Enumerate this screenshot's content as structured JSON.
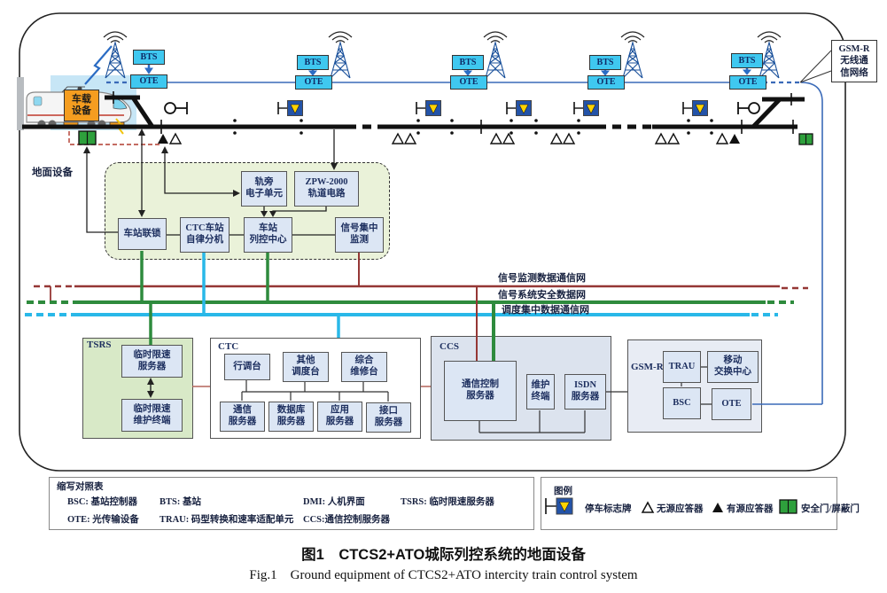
{
  "figure": {
    "caption_zh": "图1　CTCS2+ATO城际列控系统的地面设备",
    "caption_en": "Fig.1　Ground equipment of CTCS2+ATO intercity train control system"
  },
  "scene": {
    "ground_label": "地面设备",
    "onboard": [
      "车载",
      "设备"
    ],
    "bts": "BTS",
    "ote": "OTE",
    "gsmr_callout": [
      "GSM-R",
      "无线通",
      "信网络"
    ]
  },
  "station_group": {
    "trackside_unit": [
      "轨旁",
      "电子单元"
    ],
    "zpw": [
      "ZPW-2000",
      "轨道电路"
    ],
    "interlocking": "车站联锁",
    "ctc_station": [
      "CTC车站",
      "自律分机"
    ],
    "tcc": [
      "车站",
      "列控中心"
    ],
    "signal_monitor": [
      "信号集中",
      "监测"
    ]
  },
  "networks": {
    "monitoring": "信号监测数据通信网",
    "safety": "信号系统安全数据网",
    "dispatch": "调度集中数据通信网"
  },
  "tsrs": {
    "label": "TSRS",
    "server": [
      "临时限速",
      "服务器"
    ],
    "terminal": [
      "临时限速",
      "维护终端"
    ]
  },
  "ctc": {
    "label": "CTC",
    "console1": "行调台",
    "console2": [
      "其他",
      "调度台"
    ],
    "console3": [
      "综合",
      "维修台"
    ],
    "server1": [
      "通信",
      "服务器"
    ],
    "server2": [
      "数据库",
      "服务器"
    ],
    "server3": [
      "应用",
      "服务器"
    ],
    "server4": [
      "接口",
      "服务器"
    ]
  },
  "ccs": {
    "label": "CCS",
    "comm_server": [
      "通信控制",
      "服务器"
    ],
    "terminal": [
      "维护",
      "终端"
    ],
    "isdn": [
      "ISDN",
      "服务器"
    ]
  },
  "gsmr": {
    "label": "GSM-R",
    "trau": "TRAU",
    "msc": [
      "移动",
      "交换中心"
    ],
    "bsc": "BSC",
    "ote": "OTE"
  },
  "abbreviations": {
    "title": "缩写对照表",
    "row1": [
      "BSC: 基站控制器",
      "BTS: 基站",
      "DMI: 人机界面",
      "TSRS: 临时限速服务器"
    ],
    "row2": [
      "OTE: 光传输设备",
      "TRAU: 码型转换和速率适配单元",
      "CCS:通信控制服务器"
    ]
  },
  "legend": {
    "title": "图例",
    "stop_sign": "停车标志牌",
    "passive_balise": "无源应答器",
    "active_balise": "有源应答器",
    "safety_door": "安全门/屏蔽门"
  },
  "colors": {
    "monitoring_net": "#953735",
    "safety_net": "#2e8b3d",
    "dispatch_net": "#29b8e8",
    "gsmr_link": "#3a6ab8",
    "bts_fill": "#3fc8f0",
    "onboard_fill": "#f59d20",
    "stop_sign_blue": "#2353a8",
    "stop_sign_yellow": "#ffd400",
    "door_green": "#2ea03c"
  }
}
